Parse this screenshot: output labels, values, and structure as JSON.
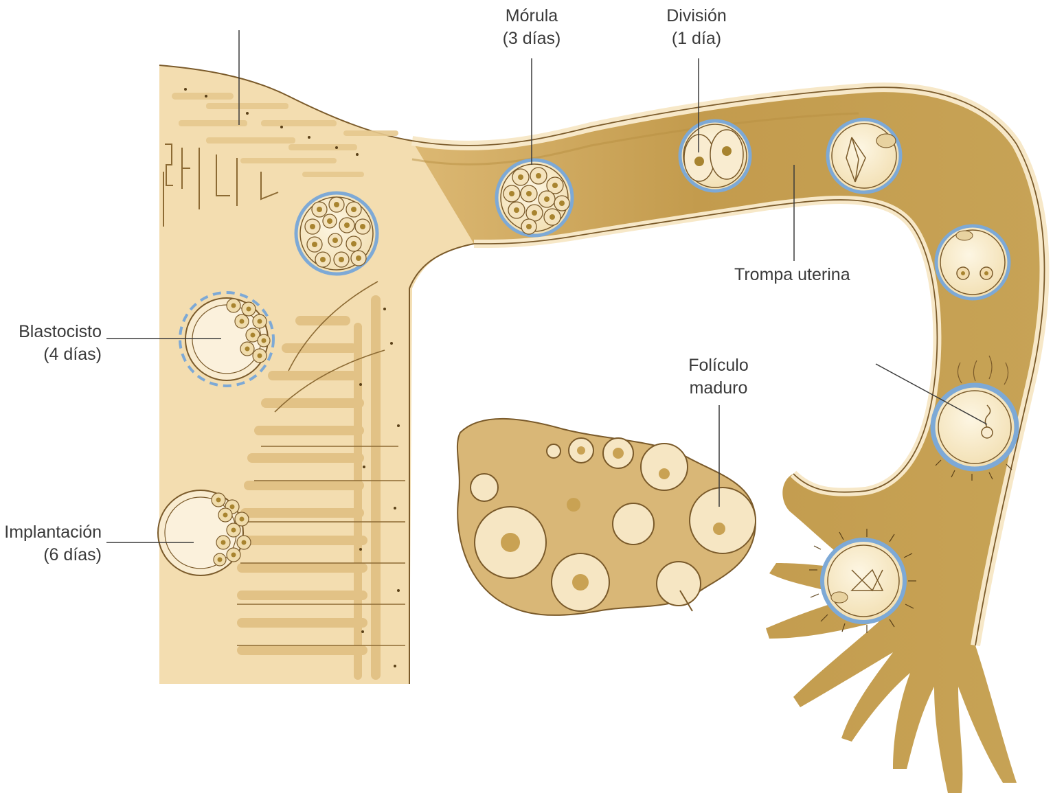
{
  "labels": {
    "morula": {
      "name": "Mórula",
      "time": "(3 días)"
    },
    "division": {
      "name": "División",
      "time": "(1 día)"
    },
    "trompa": "Trompa uterina",
    "blastocisto": {
      "name": "Blastocisto",
      "time": "(4 días)"
    },
    "implantacion": {
      "name": "Implantación",
      "time": "(6 días)"
    },
    "foliculo": {
      "name": "Folículo",
      "sub": "maduro"
    }
  },
  "colors": {
    "tissue": "#f2dcae",
    "tube_lumen": "#c9a253",
    "tube_wall": "#f7e8c8",
    "cell_outline": "#7a5a2a",
    "nucleus": "#a8842f",
    "zona_pellucida": "#7da9d6",
    "label_text": "#3a3a3a",
    "leader_line": "#3a3a3a"
  }
}
